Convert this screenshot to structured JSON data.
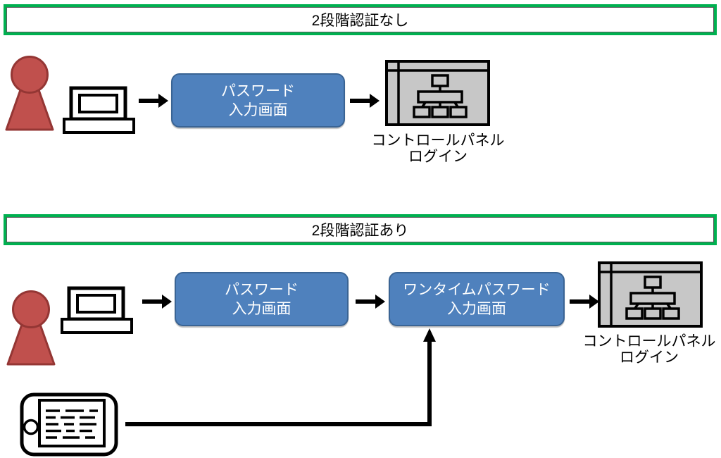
{
  "sections": [
    {
      "title": "2段階認証なし",
      "password_box": {
        "line1": "パスワード",
        "line2": "入力画面"
      },
      "control_panel_label": {
        "line1": "コントロールパネル",
        "line2": "ログイン"
      }
    },
    {
      "title": "2段階認証あり",
      "password_box": {
        "line1": "パスワード",
        "line2": "入力画面"
      },
      "otp_box": {
        "line1": "ワンタイムパスワード",
        "line2": "入力画面"
      },
      "control_panel_label": {
        "line1": "コントロールパネル",
        "line2": "ログイン"
      }
    }
  ],
  "icons": {
    "person": "person-icon",
    "computer": "computer-icon",
    "control_panel": "control-panel-icon",
    "tablet": "tablet-icon",
    "arrow_right": "arrow-right-icon",
    "arrow_elbow_up": "arrow-elbow-up-icon"
  },
  "colors": {
    "header_border_green": "#00B050",
    "box_blue_fill": "#4F81BD",
    "box_blue_border": "#3A6494",
    "person_red_fill": "#C0504D",
    "person_red_border": "#943634",
    "panel_gray_fill": "#C7C7C7",
    "line_black": "#000000",
    "text_black": "#000000",
    "box_text_white": "#FFFFFF"
  }
}
